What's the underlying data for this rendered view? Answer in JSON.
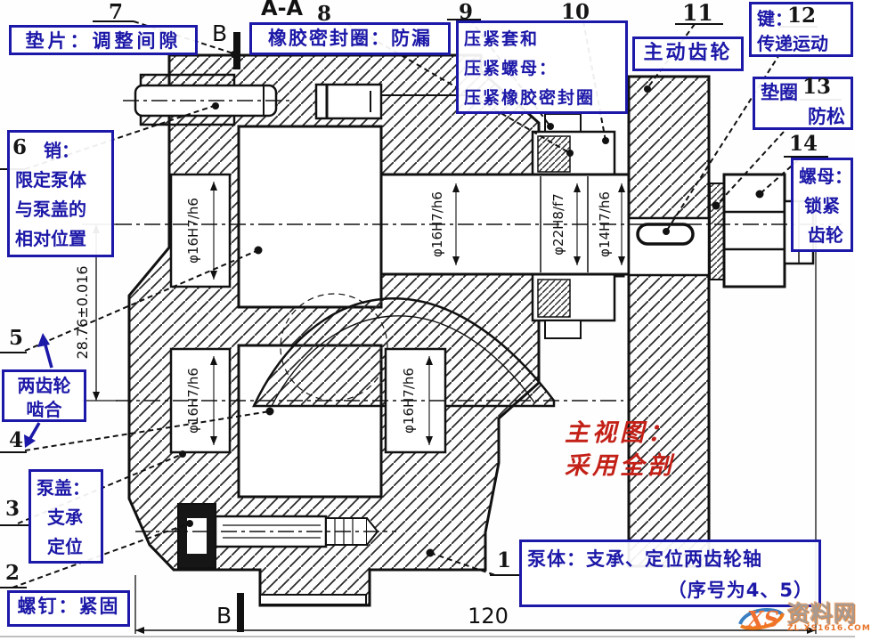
{
  "drawing_title": {
    "section_view_label": "A-A",
    "section_cut_mark_top": "B",
    "section_cut_mark_bottom": "B"
  },
  "part_numbers": {
    "n1": "1",
    "n2": "2",
    "n3": "3",
    "n4": "4",
    "n5": "5",
    "n6": "6",
    "n7": "7",
    "n8": "8",
    "n9": "9",
    "n10": "10",
    "n11": "11",
    "n12": "12",
    "n13": "13",
    "n14": "14"
  },
  "callouts": {
    "shim": {
      "text": "垫片：调整间隙"
    },
    "rubber_seal": {
      "text": "橡胶密封圈：防漏"
    },
    "packing": {
      "line1": "压紧套和",
      "line2": "压紧螺母：",
      "line3": "压紧橡胶密封圈"
    },
    "driving_gear": {
      "text": "主动齿轮"
    },
    "key": {
      "line1": "键：",
      "line2": "传递运动"
    },
    "washer": {
      "line1": "垫圈",
      "line2": "防松"
    },
    "nut": {
      "line1": "螺母：",
      "line2": "锁紧",
      "line3": "齿轮"
    },
    "pin": {
      "line1": "销：",
      "line2": "限定泵体",
      "line3": "与泵盖的",
      "line4": "相对位置"
    },
    "gear_mesh": {
      "line1": "两齿轮",
      "line2": "啮合"
    },
    "pump_cover": {
      "line1": "泵盖：",
      "line2": "支承",
      "line3": "定位"
    },
    "screw": {
      "text": "螺钉：紧固"
    },
    "pump_body": {
      "line1": "泵体：支承、定位两齿轮轴",
      "line2": "（序号为4、5）"
    }
  },
  "note": {
    "line1": "主视图：",
    "line2": "采用全剖"
  },
  "dimensions": {
    "center_distance": "28.76±0.016",
    "overall_width": "120",
    "bearing_fit": "φ16H7/h6",
    "seal_fit": "φ22H8/f7",
    "shaft_end_fit": "φ14H7/h6"
  },
  "watermark": {
    "logo": "XS",
    "site_name": "资料网",
    "site_url": "ZL.XS1616.COM"
  },
  "colors": {
    "callout_blue": "#1c18a8",
    "note_red": "#c32017",
    "line_black": "#1a1a1a",
    "watermark_orange": "#e8742a"
  }
}
